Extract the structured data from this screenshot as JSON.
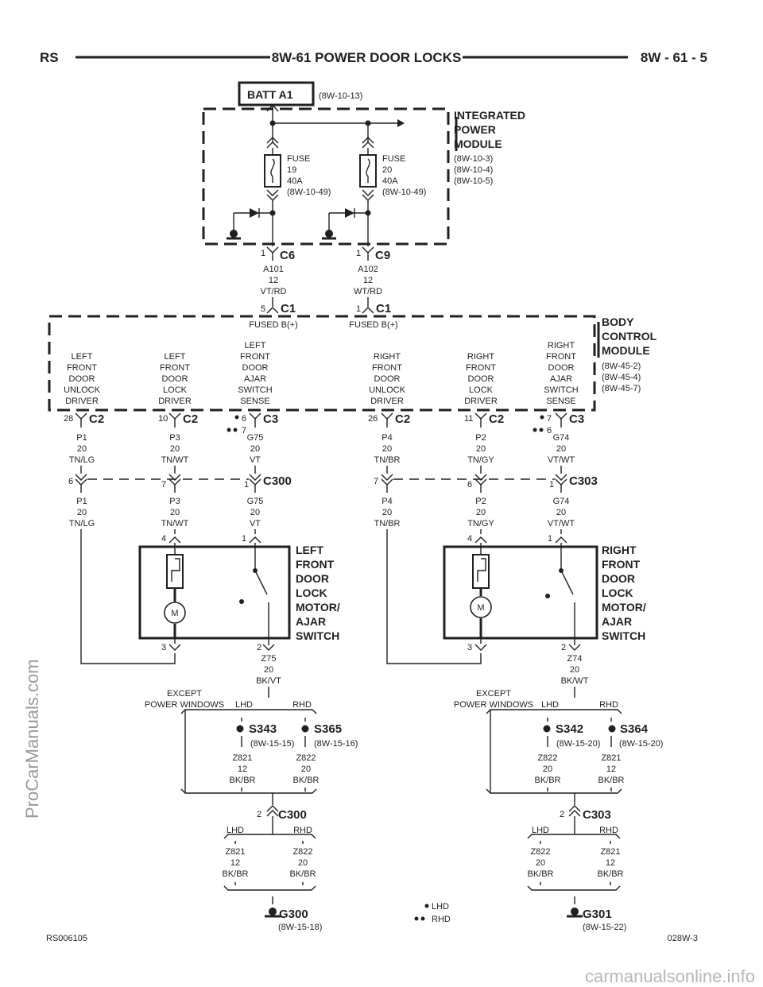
{
  "header": {
    "left": "RS",
    "title": "8W-61 POWER DOOR LOCKS",
    "page": "8W - 61 - 5"
  },
  "batt": {
    "label": "BATT A1",
    "ref": "(8W-10-13)"
  },
  "ipm": {
    "name": [
      "INTEGRATED",
      "POWER",
      "MODULE"
    ],
    "refs": [
      "(8W-10-3)",
      "(8W-10-4)",
      "(8W-10-5)"
    ]
  },
  "fuses": [
    {
      "lines": [
        "FUSE",
        "19",
        "40A"
      ],
      "ref": "(8W-10-49)"
    },
    {
      "lines": [
        "FUSE",
        "20",
        "40A"
      ],
      "ref": "(8W-10-49)"
    }
  ],
  "ipm_connectors": [
    {
      "pin": "1",
      "name": "C6",
      "wire": [
        "A101",
        "12",
        "VT/RD"
      ]
    },
    {
      "pin": "1",
      "name": "C9",
      "wire": [
        "A102",
        "12",
        "WT/RD"
      ]
    }
  ],
  "bcm": {
    "name": [
      "BODY",
      "CONTROL",
      "MODULE"
    ],
    "refs": [
      "(8W-45-2)",
      "(8W-45-4)",
      "(8W-45-7)"
    ],
    "inputs": [
      {
        "pin": "5",
        "name": "C1",
        "label": "FUSED B(+)"
      },
      {
        "pin": "1",
        "name": "C1",
        "label": "FUSED B(+)"
      }
    ],
    "functions": [
      [
        "LEFT",
        "FRONT",
        "DOOR",
        "UNLOCK",
        "DRIVER"
      ],
      [
        "LEFT",
        "FRONT",
        "DOOR",
        "LOCK",
        "DRIVER"
      ],
      [
        "LEFT",
        "FRONT",
        "DOOR",
        "AJAR",
        "SWITCH",
        "SENSE"
      ],
      [
        "RIGHT",
        "FRONT",
        "DOOR",
        "UNLOCK",
        "DRIVER"
      ],
      [
        "RIGHT",
        "FRONT",
        "DOOR",
        "LOCK",
        "DRIVER"
      ],
      [
        "RIGHT",
        "FRONT",
        "DOOR",
        "AJAR",
        "SWITCH",
        "SENSE"
      ]
    ],
    "outputs": [
      {
        "pin": "28",
        "name": "C2"
      },
      {
        "pin": "10",
        "name": "C2"
      },
      {
        "pin": "6",
        "pin2": "7",
        "name": "C3"
      },
      {
        "pin": "26",
        "name": "C2"
      },
      {
        "pin": "11",
        "name": "C2"
      },
      {
        "pin": "7",
        "pin2": "6",
        "name": "C3"
      }
    ]
  },
  "circuits_upper": [
    [
      "P1",
      "20",
      "TN/LG"
    ],
    [
      "P3",
      "20",
      "TN/WT"
    ],
    [
      "G75",
      "20",
      "VT"
    ],
    [
      "P4",
      "20",
      "TN/BR"
    ],
    [
      "P2",
      "20",
      "TN/GY"
    ],
    [
      "G74",
      "20",
      "VT/WT"
    ]
  ],
  "inline": {
    "left": {
      "name": "C300",
      "pins": [
        "6",
        "7",
        "1"
      ]
    },
    "right": {
      "name": "C303",
      "pins": [
        "7",
        "6",
        "1"
      ]
    }
  },
  "circuits_lower": [
    [
      "P1",
      "20",
      "TN/LG"
    ],
    [
      "P3",
      "20",
      "TN/WT"
    ],
    [
      "G75",
      "20",
      "VT"
    ],
    [
      "P4",
      "20",
      "TN/BR"
    ],
    [
      "P2",
      "20",
      "TN/GY"
    ],
    [
      "G74",
      "20",
      "VT/WT"
    ]
  ],
  "motors": [
    {
      "name": [
        "LEFT",
        "FRONT",
        "DOOR",
        "LOCK",
        "MOTOR/",
        "AJAR",
        "SWITCH"
      ],
      "pins_top": [
        "4",
        "1"
      ],
      "pins_bot": [
        "3",
        "2"
      ],
      "m": "M",
      "ground_wire": [
        "Z75",
        "20",
        "BK/VT"
      ]
    },
    {
      "name": [
        "RIGHT",
        "FRONT",
        "DOOR",
        "LOCK",
        "MOTOR/",
        "AJAR",
        "SWITCH"
      ],
      "pins_top": [
        "4",
        "1"
      ],
      "pins_bot": [
        "3",
        "2"
      ],
      "m": "M",
      "ground_wire": [
        "Z74",
        "20",
        "BK/WT"
      ]
    }
  ],
  "grounds": [
    {
      "except": [
        "EXCEPT",
        "POWER WINDOWS"
      ],
      "lhd": "LHD",
      "rhd": "RHD",
      "splices": [
        {
          "name": "S343",
          "ref": "(8W-15-15)",
          "wire": [
            "Z821",
            "12",
            "BK/BR"
          ]
        },
        {
          "name": "S365",
          "ref": "(8W-15-16)",
          "wire": [
            "Z822",
            "20",
            "BK/BR"
          ]
        }
      ],
      "conn": {
        "pin": "2",
        "name": "C300"
      },
      "lower_wires": [
        [
          "Z821",
          "12",
          "BK/BR"
        ],
        [
          "Z822",
          "20",
          "BK/BR"
        ]
      ],
      "ground": {
        "name": "G300",
        "ref": "(8W-15-18)"
      }
    },
    {
      "except": [
        "EXCEPT",
        "POWER WINDOWS"
      ],
      "lhd": "LHD",
      "rhd": "RHD",
      "splices": [
        {
          "name": "S342",
          "ref": "(8W-15-20)",
          "wire": [
            "Z822",
            "20",
            "BK/BR"
          ]
        },
        {
          "name": "S364",
          "ref": "(8W-15-20)",
          "wire": [
            "Z821",
            "12",
            "BK/BR"
          ]
        }
      ],
      "conn": {
        "pin": "2",
        "name": "C303"
      },
      "lower_wires": [
        [
          "Z822",
          "20",
          "BK/BR"
        ],
        [
          "Z821",
          "12",
          "BK/BR"
        ]
      ],
      "ground": {
        "name": "G301",
        "ref": "(8W-15-22)"
      }
    }
  ],
  "legend": {
    "lhd": "LHD",
    "rhd": "RHD"
  },
  "footer": {
    "left": "RS006105",
    "right": "028W-3"
  },
  "watermarks": {
    "side": "ProCarManuals.com",
    "bottom": "carmanualsonline.info"
  }
}
